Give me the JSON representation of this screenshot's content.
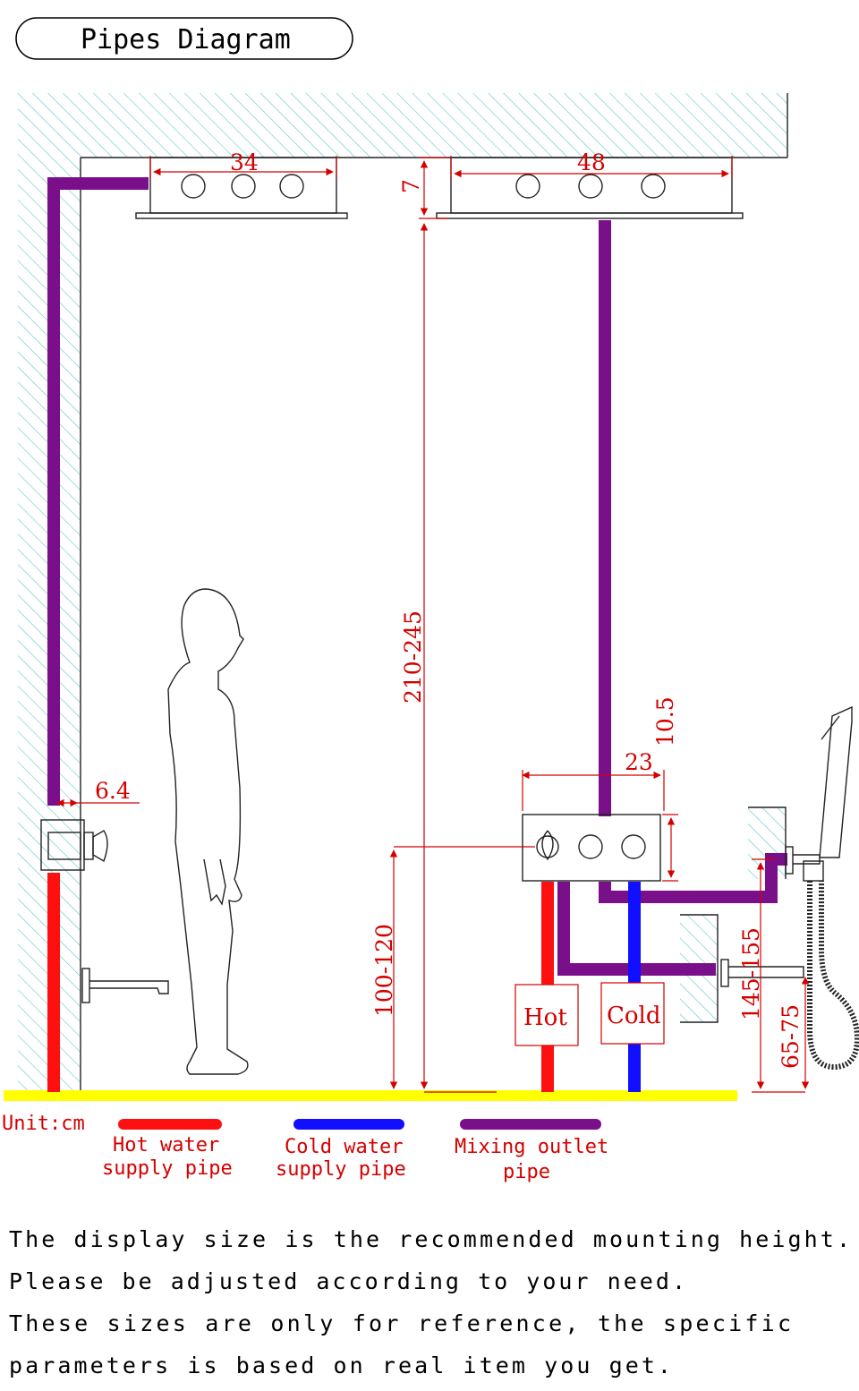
{
  "title": "Pipes Diagram",
  "dimensions": {
    "shower_head_small_width": "34",
    "shower_head_large_width": "48",
    "shower_head_thickness": "7",
    "head_height_range": "210-245",
    "wall_offset": "6.4",
    "valve_width": "23",
    "valve_depth": "10.5",
    "valve_height_range": "100-120",
    "side_outlet_height_range": "145-155",
    "spout_height_range": "65-75"
  },
  "boxes": {
    "hot": "Hot",
    "cold": "Cold"
  },
  "unit": "Unit:cm",
  "legend": [
    {
      "line1": "Hot water",
      "line2": "supply pipe",
      "color": "#ff1010"
    },
    {
      "line1": "Cold water",
      "line2": "supply pipe",
      "color": "#1010ff"
    },
    {
      "line1": "Mixing outlet",
      "line2": "pipe",
      "color": "#7a0f8a"
    }
  ],
  "notes": [
    "The display size is the recommended mounting height.",
    "Please be adjusted according to your need.",
    "These sizes are only for reference, the specific",
    "parameters is based on real item you get."
  ],
  "colors": {
    "hot": "#ff1010",
    "cold": "#1010ff",
    "mix": "#7a0f8a",
    "floor": "#ffff00",
    "dimension": "#d40000",
    "hatch": "#5fc8c8"
  }
}
